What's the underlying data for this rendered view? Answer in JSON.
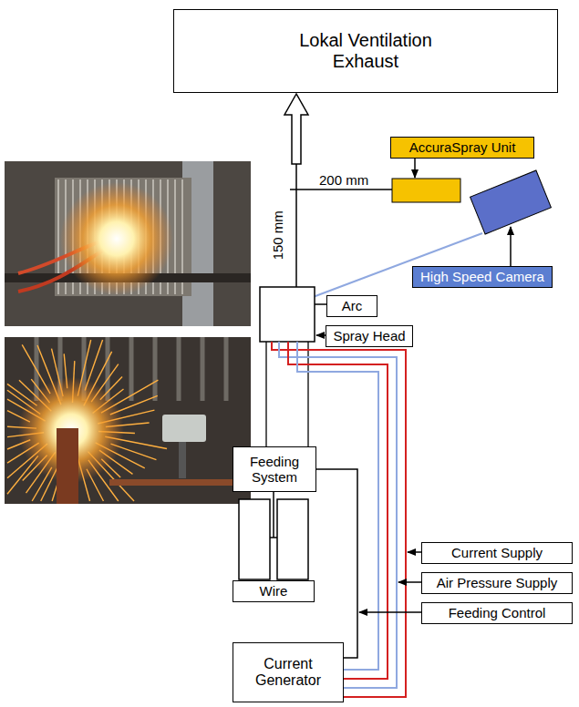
{
  "diagram": {
    "nodes": [
      {
        "text": [
          "Lokal Ventilation Exhaust"
        ]
      },
      {
        "text": [
          "AccuraSpray Unit"
        ]
      },
      {
        "text": [
          "High Speed Camera"
        ]
      },
      {
        "text": [
          "Arc"
        ]
      },
      {
        "text": [
          "Spray Head"
        ]
      },
      {
        "text": [
          "Feeding System"
        ]
      },
      {
        "text": [
          "Wire"
        ]
      },
      {
        "text": [
          "Current Supply"
        ]
      },
      {
        "text": [
          "Air Pressure Supply"
        ]
      },
      {
        "text": [
          "Feeding Control"
        ]
      },
      {
        "text": [
          "Current Generator"
        ]
      }
    ],
    "edges": [
      {
        "from": 5,
        "to": 10,
        "arrow": "none"
      }
    ],
    "labels": [
      "200 mm",
      "150 mm"
    ]
  }
}
